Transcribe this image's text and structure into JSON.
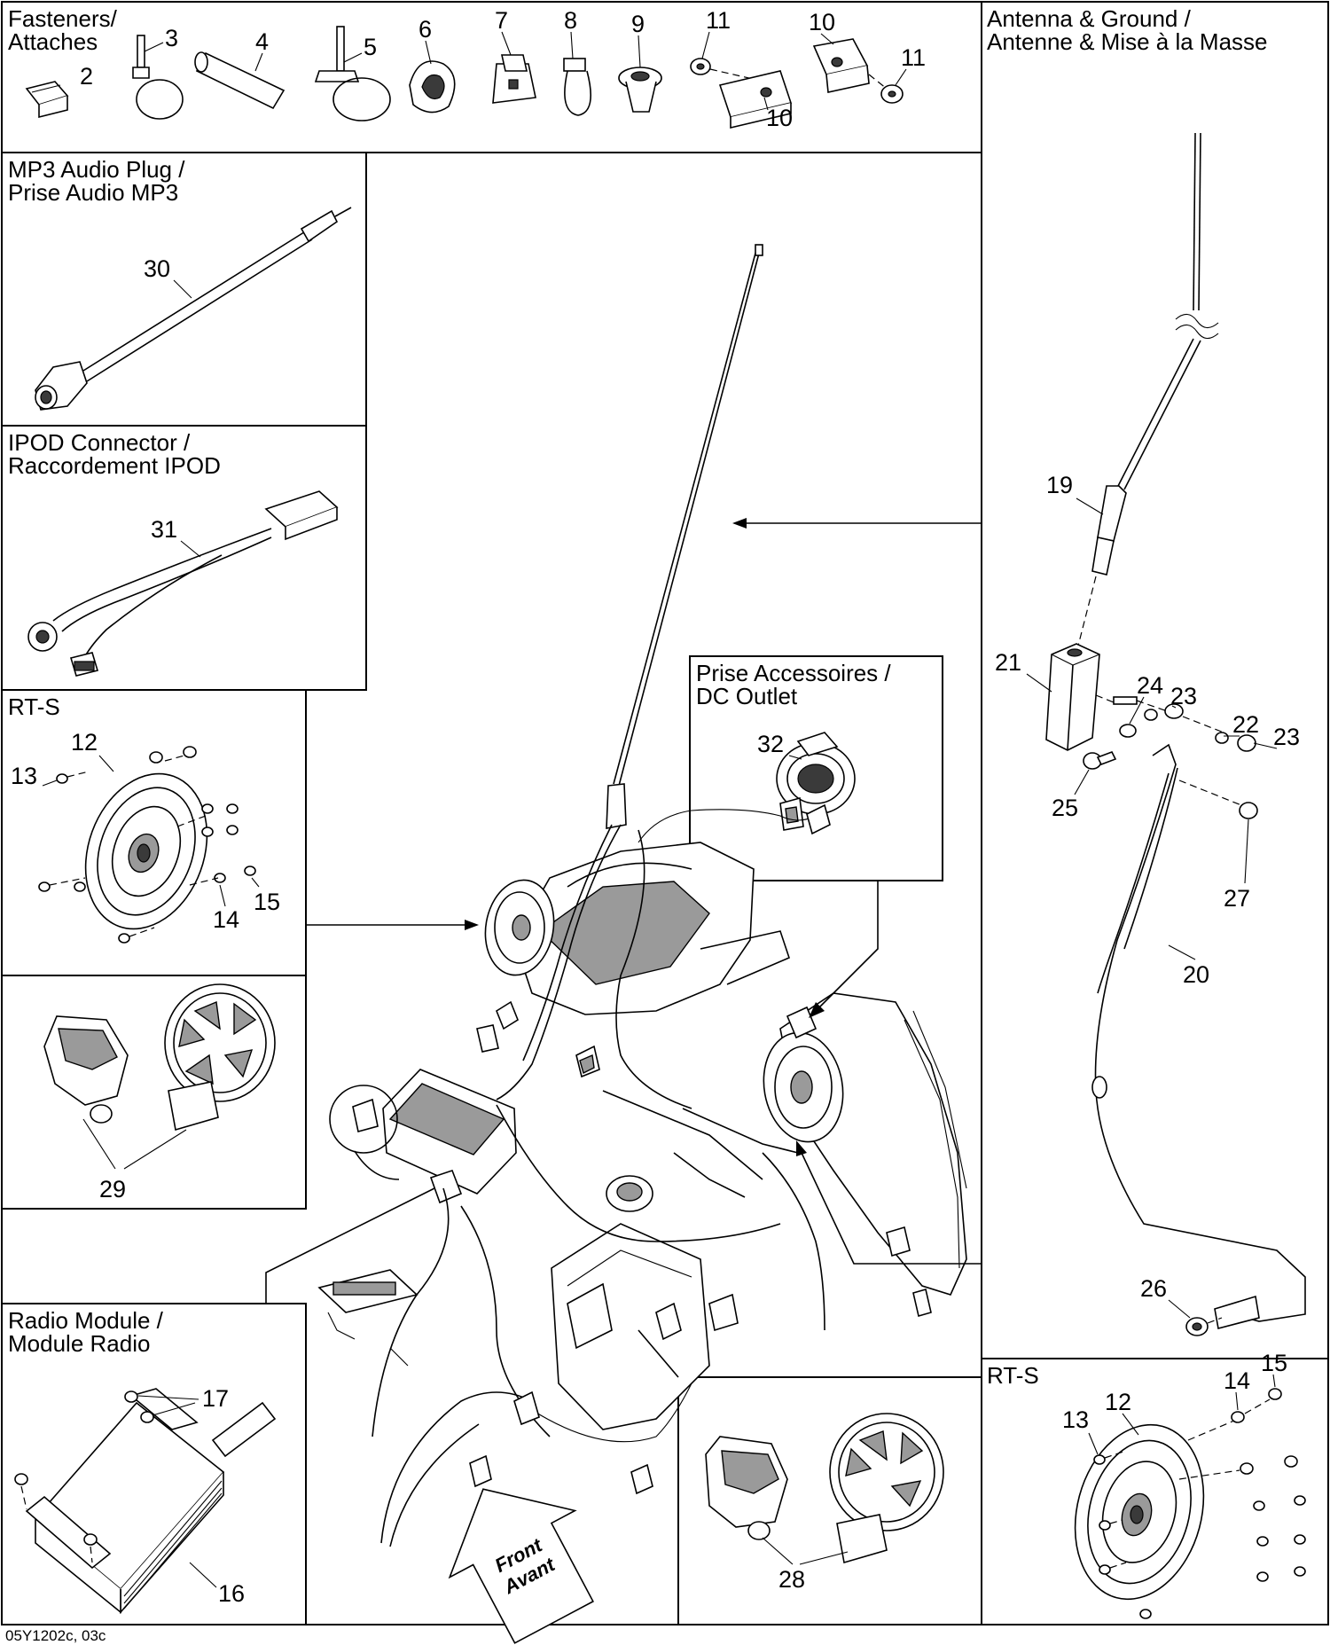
{
  "panels": {
    "fasteners": "Fasteners/\nAttaches",
    "antenna": "Antenna & Ground /\nAntenne & Mise à la Masse",
    "mp3": "MP3 Audio Plug /\nPrise Audio MP3",
    "ipod": "IPOD Connector /\nRaccordement IPOD",
    "rts_left": "RT-S",
    "dc_outlet": "Prise Accessoires /\nDC Outlet",
    "radio": "Radio Module /\nModule Radio",
    "rts_right": "RT-S"
  },
  "callouts": {
    "f2": "2",
    "f3": "3",
    "f4": "4",
    "f5": "5",
    "f6": "6",
    "f7": "7",
    "f8": "8",
    "f9": "9",
    "f11a": "11",
    "f10a": "10",
    "f10b": "10",
    "f11b": "11",
    "p30": "30",
    "p31": "31",
    "l12": "12",
    "l13": "13",
    "l14": "14",
    "l15": "15",
    "p29": "29",
    "p32": "32",
    "p17": "17",
    "p16": "16",
    "p28": "28",
    "p19": "19",
    "p21": "21",
    "p24": "24",
    "p23a": "23",
    "p22": "22",
    "p23b": "23",
    "p25": "25",
    "p27": "27",
    "p20": "20",
    "p26": "26",
    "r13": "13",
    "r12": "12",
    "r14": "14",
    "r15": "15"
  },
  "front_arrow": "Front\nAvant",
  "footer_code": "05Y1202c, 03c"
}
